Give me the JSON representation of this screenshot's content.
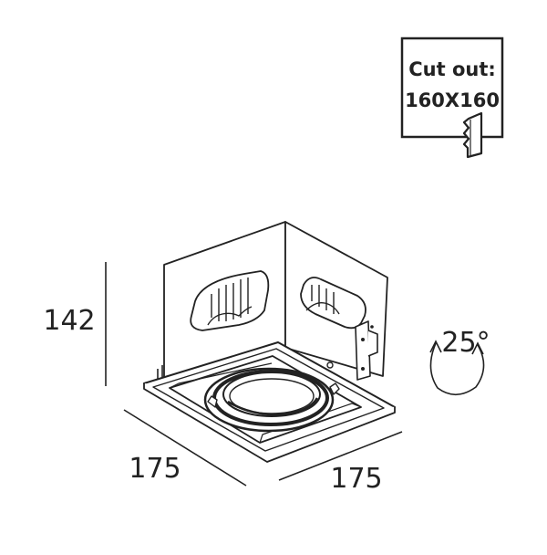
{
  "cutout": {
    "label": "Cut out:",
    "size": "160X160"
  },
  "dimensions": {
    "height": "142",
    "width": "175",
    "depth": "175",
    "tilt": "25°"
  },
  "colors": {
    "line": "#222222",
    "background": "#ffffff",
    "fill": "#ffffff"
  },
  "icons": [
    "cutout-box-icon",
    "saw-blade-icon",
    "rotation-arrow-icon"
  ]
}
